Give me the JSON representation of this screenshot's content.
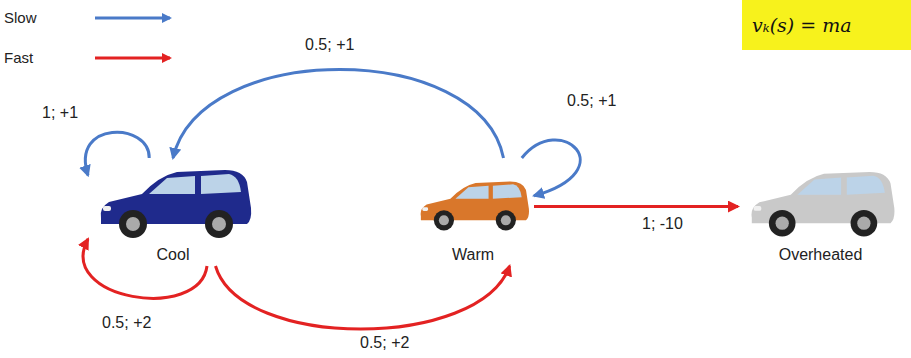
{
  "diagram": {
    "nodes": [
      {
        "text": [
          "vₖ(s) = ma"
        ]
      },
      {
        "text": [
          "Cool"
        ]
      },
      {
        "text": [
          "Warm"
        ]
      },
      {
        "text": [
          "Overheated"
        ]
      }
    ],
    "edges": [
      {
        "from": 1,
        "to": 1,
        "label": "1; +1",
        "arrow": "to"
      },
      {
        "from": 2,
        "to": 1,
        "label": "0.5; +1",
        "arrow": "to"
      },
      {
        "from": 2,
        "to": 2,
        "label": "0.5; +1",
        "arrow": "to"
      },
      {
        "from": 2,
        "to": 3,
        "label": "1; -10",
        "arrow": "to"
      },
      {
        "from": 1,
        "to": 1,
        "label": "0.5; +2",
        "arrow": "to"
      },
      {
        "from": 1,
        "to": 2,
        "label": "0.5; +2",
        "arrow": "to"
      }
    ],
    "legend": [
      {
        "text": "Slow"
      },
      {
        "text": "Fast"
      }
    ]
  }
}
